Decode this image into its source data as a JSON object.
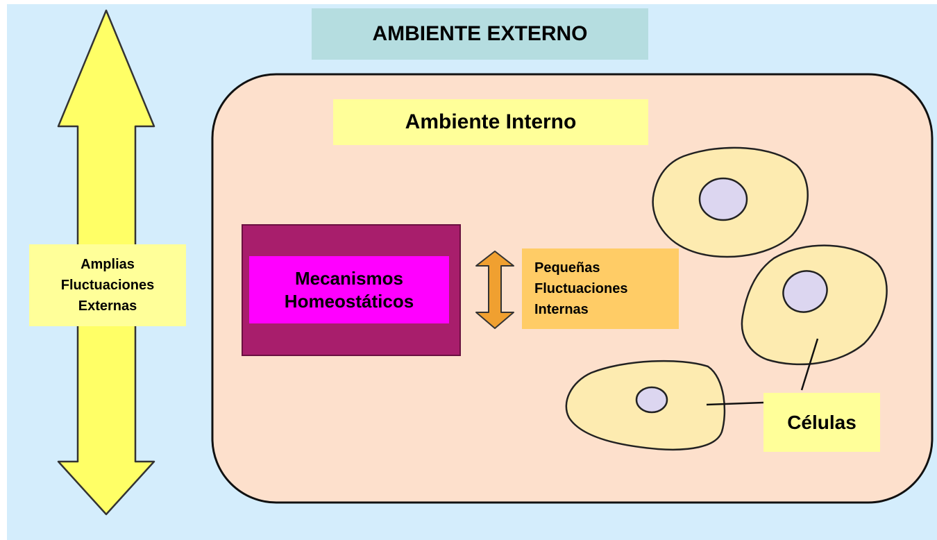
{
  "external_environment": {
    "title": "AMBIENTE EXTERNO"
  },
  "internal_environment": {
    "title": "Ambiente Interno"
  },
  "homeostatic_mechanisms": {
    "line1": "Mecanismos",
    "line2": "Homeostáticos"
  },
  "external_fluctuations": {
    "line1": "Amplias",
    "line2": "Fluctuaciones",
    "line3": "Externas"
  },
  "internal_fluctuations": {
    "line1": "Pequeñas",
    "line2": "Fluctuaciones",
    "line3": "Internas"
  },
  "cells": {
    "label": "Células"
  },
  "colors": {
    "background": "#d4edfc",
    "external_title_bg": "#b5dde0",
    "internal_area": "#fde0cc",
    "label_yellow": "#ffff99",
    "mechanisms_outer": "#a81e6c",
    "mechanisms_inner": "#ff00ff",
    "small_arrow": "#f0a030",
    "big_arrow": "#ffff66",
    "cell_fill": "#fdebb0",
    "nucleus_fill": "#dcd6f0"
  },
  "icons": [
    "double-arrow-large",
    "double-arrow-small",
    "cell-icon",
    "nucleus-icon"
  ]
}
